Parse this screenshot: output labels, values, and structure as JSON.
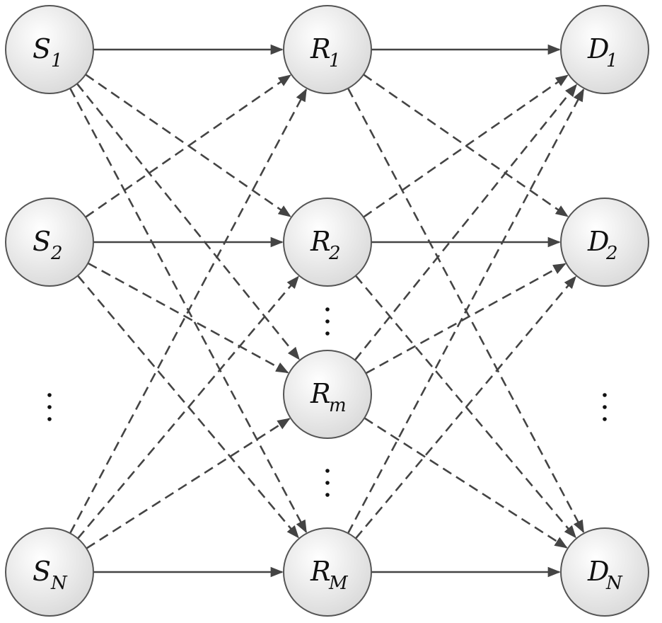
{
  "nodes": {
    "sources": [
      {
        "letter": "S",
        "sub": "1"
      },
      {
        "letter": "S",
        "sub": "2"
      },
      {
        "letter": "S",
        "sub": "N"
      }
    ],
    "relays": [
      {
        "letter": "R",
        "sub": "1"
      },
      {
        "letter": "R",
        "sub": "2"
      },
      {
        "letter": "R",
        "sub": "m"
      },
      {
        "letter": "R",
        "sub": "M"
      }
    ],
    "destinations": [
      {
        "letter": "D",
        "sub": "1"
      },
      {
        "letter": "D",
        "sub": "2"
      },
      {
        "letter": "D",
        "sub": "N"
      }
    ]
  },
  "edges": {
    "solid": [
      [
        "S1",
        "R1"
      ],
      [
        "S2",
        "R2"
      ],
      [
        "SN",
        "RM"
      ],
      [
        "R1",
        "D1"
      ],
      [
        "R2",
        "D2"
      ],
      [
        "RM",
        "DN"
      ]
    ],
    "dashed": [
      [
        "S1",
        "R2"
      ],
      [
        "S1",
        "Rm"
      ],
      [
        "S1",
        "RM"
      ],
      [
        "S2",
        "R1"
      ],
      [
        "S2",
        "Rm"
      ],
      [
        "S2",
        "RM"
      ],
      [
        "SN",
        "R1"
      ],
      [
        "SN",
        "R2"
      ],
      [
        "SN",
        "Rm"
      ],
      [
        "R1",
        "D2"
      ],
      [
        "R1",
        "DN"
      ],
      [
        "R2",
        "D1"
      ],
      [
        "R2",
        "DN"
      ],
      [
        "Rm",
        "D1"
      ],
      [
        "Rm",
        "D2"
      ],
      [
        "Rm",
        "DN"
      ],
      [
        "RM",
        "D1"
      ],
      [
        "RM",
        "D2"
      ]
    ]
  },
  "colors": {
    "edge": "#444444",
    "node_fill_light": "#ffffff",
    "node_fill_dark": "#d9d9d9",
    "node_stroke": "#555555"
  },
  "ellipses": [
    {
      "between": "R2-Rm"
    },
    {
      "between": "Rm-RM"
    },
    {
      "between": "S2-SN"
    },
    {
      "between": "D2-DN"
    }
  ]
}
